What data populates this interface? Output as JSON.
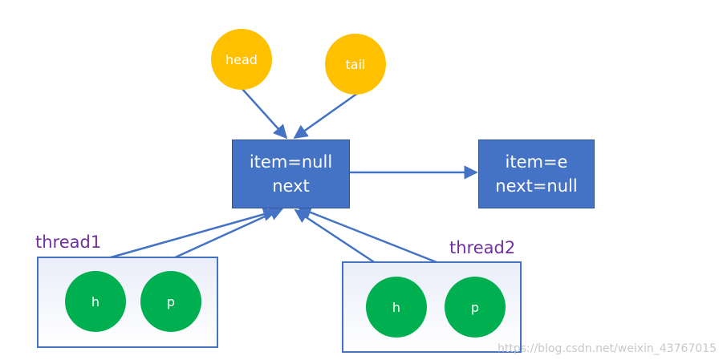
{
  "diagram": {
    "pointers": {
      "head": "head",
      "tail": "tail"
    },
    "nodes": {
      "node1": {
        "line1": "item=null",
        "line2": "next"
      },
      "node2": {
        "line1": "item=e",
        "line2": "next=null"
      }
    },
    "threads": [
      {
        "label": "thread1",
        "h": "h",
        "p": "p"
      },
      {
        "label": "thread2",
        "h": "h",
        "p": "p"
      }
    ],
    "colors": {
      "node_fill": "#4472c4",
      "pointer_fill": "#ffc000",
      "thread_var_fill": "#00b050",
      "thread_label": "#7030a0",
      "arrow": "#4472c4"
    }
  },
  "watermark": "https://blog.csdn.net/weixin_43767015"
}
